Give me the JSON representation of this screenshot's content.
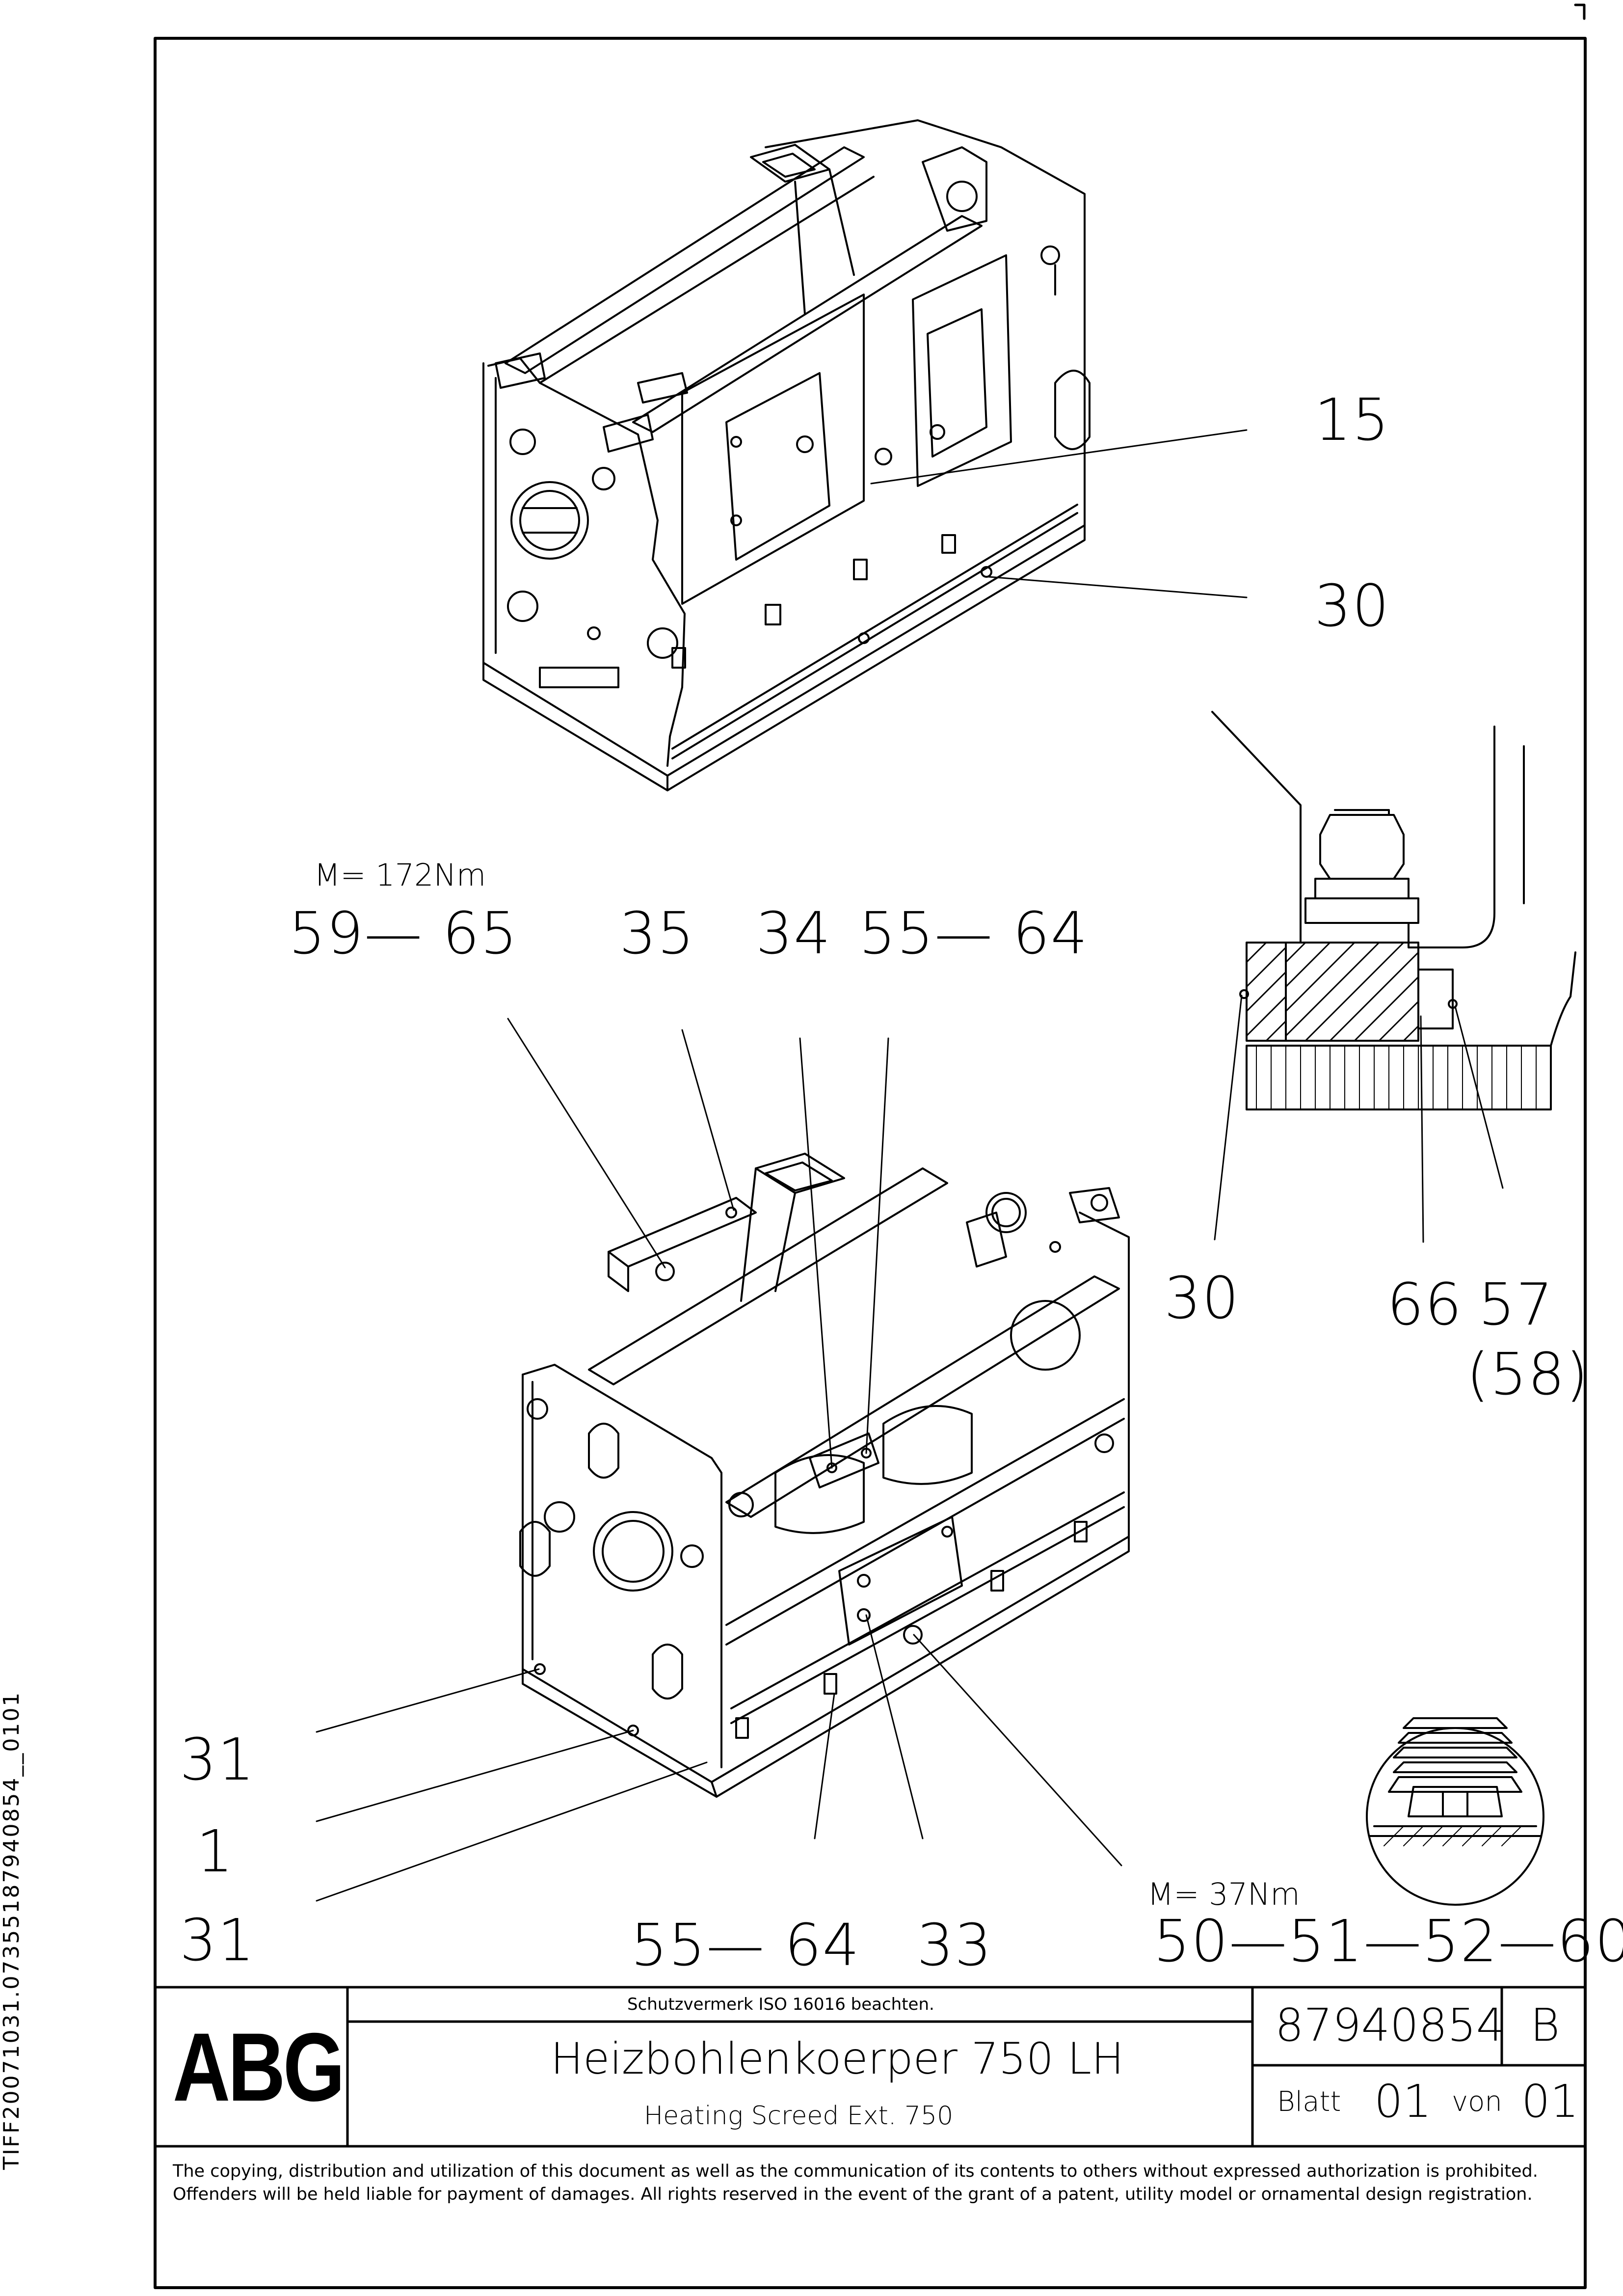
{
  "side_code": "TIFF20071031.07355187940854__0101",
  "callouts": {
    "top_15": "15",
    "top_30": "30",
    "torque_left": "M= 172Nm",
    "c_59_65": "59— 65",
    "c_35": "35",
    "c_34": "34",
    "c_55_64_top": "55— 64",
    "c_30_mid": "30",
    "c_66": "66",
    "c_57": "57",
    "c_58": "(58)",
    "c_31_a": "31",
    "c_1": "1",
    "c_31_b": "31",
    "c_55_64_bottom": "55— 64",
    "c_33": "33",
    "torque_right": "M= 37Nm",
    "c_50_60": "50—51—52—60"
  },
  "title_block": {
    "logo": "ABG",
    "protection_note": "Schutzvermerk ISO 16016 beachten.",
    "title_de": "Heizbohlenkoerper 750 LH",
    "title_en": "Heating Screed Ext. 750",
    "drawing_number": "87940854",
    "revision": "B",
    "sheet_label": "Blatt",
    "sheet_number": "01",
    "of_label": "von",
    "sheet_total": "01"
  },
  "copyright": "The copying, distribution and utilization of this document as well as the communication of its contents to others without expressed authorization is prohibited. Offenders will be held liable for payment of damages. All rights reserved in the event of the grant of a patent, utility model or ornamental design registration."
}
